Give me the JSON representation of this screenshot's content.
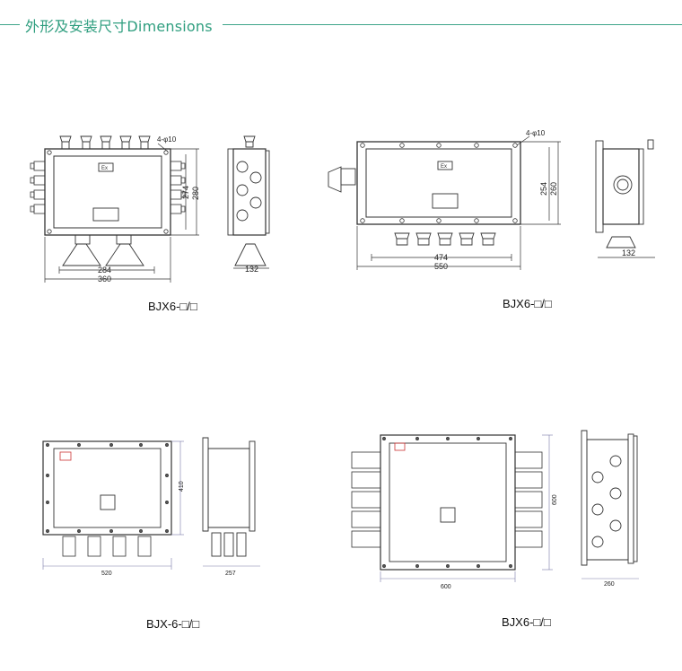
{
  "header": {
    "title": "外形及安装尺寸Dimensions"
  },
  "models": [
    {
      "caption": "BJX6-□/□",
      "dims": {
        "d1": "4-φ10",
        "d2": "274",
        "d3": "280",
        "d4": "284",
        "d5": "360",
        "d6": "132"
      }
    },
    {
      "caption": "BJX6-□/□",
      "dims": {
        "d1": "4-φ10",
        "d2": "254",
        "d3": "260",
        "d4": "474",
        "d5": "550",
        "d6": "132"
      }
    },
    {
      "caption": "BJX-6-□/□",
      "dims": {
        "d1": "410",
        "d2": "520",
        "d3": "257"
      }
    },
    {
      "caption": "BJX6-□/□",
      "dims": {
        "d1": "600",
        "d2": "600",
        "d3": "260"
      }
    }
  ],
  "marks": {
    "ex": "Ex"
  }
}
